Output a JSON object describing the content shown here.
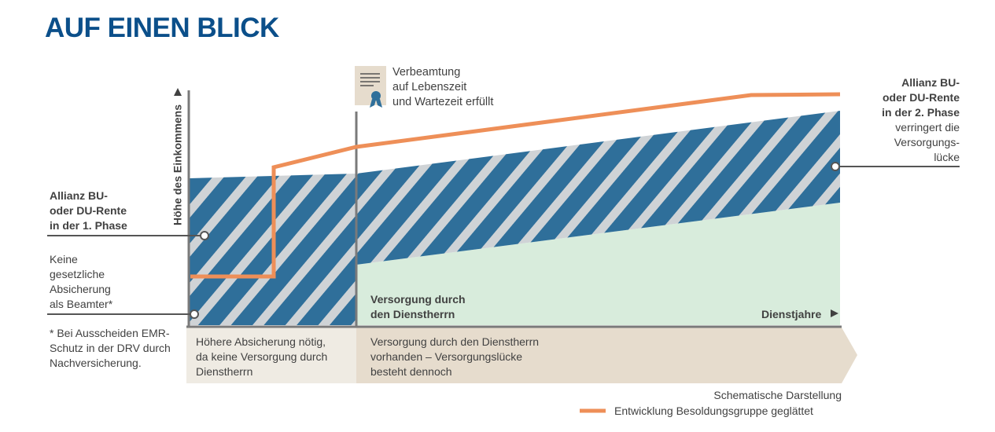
{
  "title": "AUF EINEN BLICK",
  "y_axis_label": "Höhe des Einkommens",
  "x_axis_label": "Dienstjahre",
  "milestone": {
    "line1": "Verbeamtung",
    "line2": "auf Lebenszeit",
    "line3": "und Wartezeit erfüllt",
    "icon": "certificate-icon"
  },
  "phase1_label": {
    "line1": "Allianz BU-",
    "line2": "oder DU-Rente",
    "line3": "in der 1. Phase"
  },
  "no_protection_label": {
    "line1": "Keine",
    "line2": "gesetzliche",
    "line3": "Absicherung",
    "line4": "als Beamter*"
  },
  "footnote": {
    "line1": "* Bei Ausscheiden EMR-",
    "line2": "Schutz in der DRV durch",
    "line3": "Nachversicherung."
  },
  "phase2_label": {
    "line1": "Allianz BU-",
    "line2": "oder DU-Rente",
    "line3": "in der 2. Phase",
    "line4": "verringert die",
    "line5": "Versorgungs-",
    "line6": "lücke"
  },
  "area_label": {
    "line1": "Versorgung durch",
    "line2": "den Dienstherrn"
  },
  "bottom_left": {
    "line1": "Höhere Absicherung nötig,",
    "line2": "da keine Versorgung durch",
    "line3": "Dienstherrn"
  },
  "bottom_right": {
    "line1": "Versorgung durch den Dienstherrn",
    "line2": "vorhanden – Versorgungslücke",
    "line3": "besteht dennoch"
  },
  "legend": {
    "note": "Schematische Darstellung",
    "line_label": "Entwicklung Besoldungsgruppe geglättet"
  },
  "colors": {
    "title": "#0b4f8a",
    "stripe_blue": "#2f6f9a",
    "stripe_gray": "#cfd3d6",
    "green_area": "#d8ecdc",
    "orange_line": "#ee8f58",
    "beige_left": "#efebe3",
    "beige_right": "#e6dccd",
    "axis": "#7a7a7a"
  }
}
